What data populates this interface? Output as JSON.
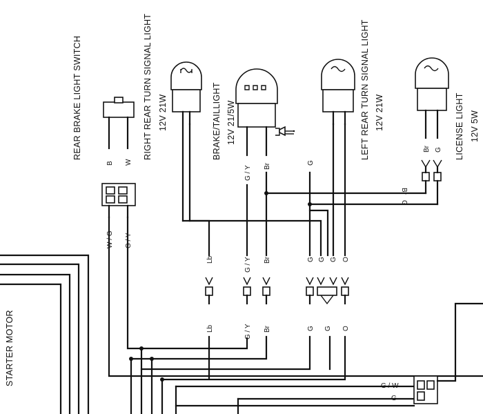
{
  "components": {
    "rear_brake_switch": {
      "name": "REAR BRAKE LIGHT SWITCH",
      "pin1": "B",
      "pin2": "W"
    },
    "right_turn": {
      "name": "RIGHT REAR TURN SIGNAL LIGHT",
      "rating": "12V 21W"
    },
    "brake_tail": {
      "name": "BRAKE/TAILLIGHT",
      "rating": "12V 21/5W"
    },
    "left_turn": {
      "name": "LEFT REAR TURN SIGNAL LIGHT",
      "rating": "12V 21W"
    },
    "license": {
      "name": "LICENSE LIGHT",
      "rating": "12V 5W"
    },
    "starter": {
      "name": "STARTER MOTOR"
    }
  },
  "wires": {
    "gy": "G / Y",
    "br": "Br",
    "g": "G",
    "lb": "Lb",
    "o": "O",
    "wg": "W / G",
    "gw": "G / W"
  }
}
